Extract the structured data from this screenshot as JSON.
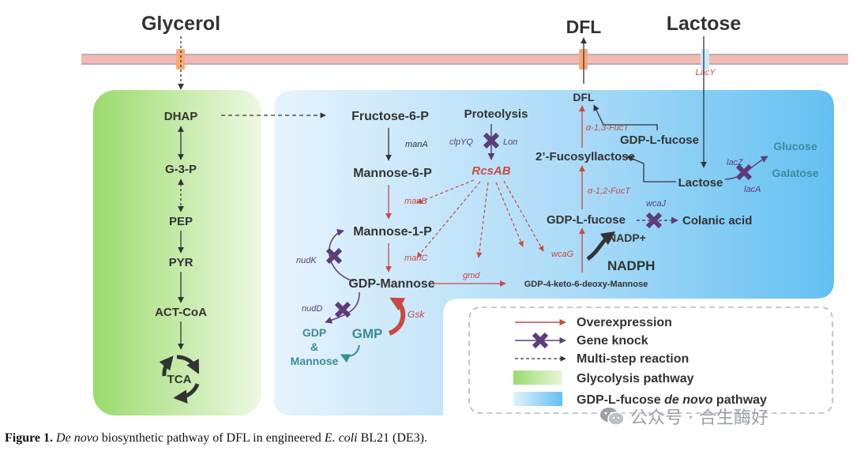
{
  "top": {
    "glycerol": "Glycerol",
    "dfl": "DFL",
    "lactose": "Lactose",
    "lacy": "LacY"
  },
  "glycolysis": [
    "DHAP",
    "G-3-P",
    "PEP",
    "PYR",
    "ACT-CoA",
    "TCA"
  ],
  "nodes": {
    "f6p": "Fructose-6-P",
    "m6p": "Mannose-6-P",
    "m1p": "Mannose-1-P",
    "gdpman": "GDP-Mannose",
    "proteolysis": "Proteolysis",
    "rcsab": "RcsAB",
    "gdp": "GDP",
    "amp": "&",
    "mannose": "Mannose",
    "gmp": "GMP",
    "keto": "GDP-4-keto-6-deoxy-Mannose",
    "fucose1": "GDP-L-fucose",
    "fucose2": "GDP-L-fucose",
    "fl": "2’-Fucosyllactose",
    "dfl": "DFL",
    "colanic": "Colanic acid",
    "nadp": "NADP+",
    "nadph": "NADPH",
    "lactose": "Lactose",
    "glucose": "Glucose",
    "galatose": "Galatose"
  },
  "enzymes": {
    "manA": "manA",
    "manB": "manB",
    "manC": "manC",
    "clpyq": "clpYQ",
    "lon": "Lon",
    "nudk": "nudK",
    "nudd": "nudD",
    "gsk": "Gsk",
    "gmd": "gmd",
    "wcag": "wcaG",
    "wcaj": "wcaJ",
    "fuct12": "α-1,2-FucT",
    "fuct13": "α-1,3-FucT",
    "lacz": "lacZ",
    "laca": "lacA"
  },
  "legend": {
    "overexpression": "Overexpression",
    "knock": "Gene knock",
    "multistep": "Multi-step reaction",
    "glycolysis": "Glycolysis pathway",
    "gdpfuc_a": "GDP-L-fucose ",
    "gdpfuc_b": "de novo",
    "gdpfuc_c": " pathway"
  },
  "caption": {
    "label": "Figure 1.",
    "pre": "De novo",
    "mid": " biosynthetic pathway of DFL in engineered ",
    "org": "E. coli",
    "post": " BL21 (DE3)."
  },
  "watermark": "公众号 · 合生酶好",
  "colors": {
    "red": "#c94a45",
    "purple": "#5b3d7a",
    "teal": "#3d8b9a",
    "dark": "#333333",
    "green": "#9fdb77",
    "blue": "#6cc3f3"
  }
}
